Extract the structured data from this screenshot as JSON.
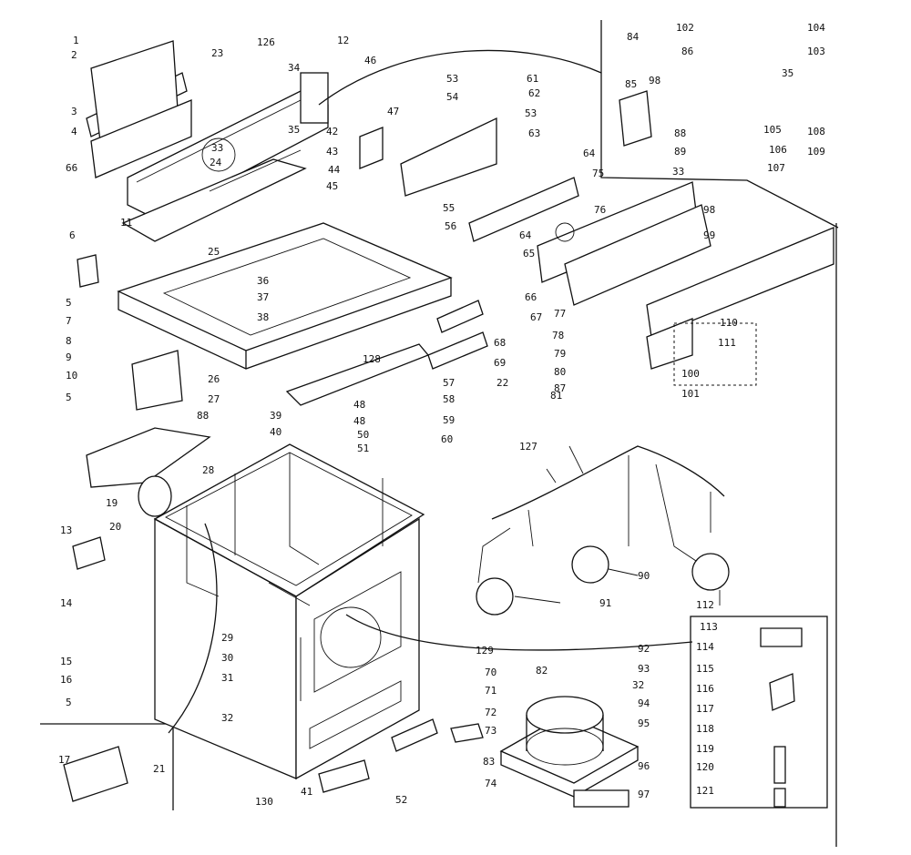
{
  "diagram": {
    "callouts": [
      {
        "id": "c1",
        "text": "1"
      },
      {
        "id": "c2",
        "text": "2"
      },
      {
        "id": "c3",
        "text": "3"
      },
      {
        "id": "c4",
        "text": "4"
      },
      {
        "id": "c66",
        "text": "66"
      },
      {
        "id": "c5a",
        "text": "5"
      },
      {
        "id": "c5b",
        "text": "5"
      },
      {
        "id": "c5c",
        "text": "5"
      },
      {
        "id": "c6",
        "text": "6"
      },
      {
        "id": "c7",
        "text": "7"
      },
      {
        "id": "c8",
        "text": "8"
      },
      {
        "id": "c9",
        "text": "9"
      },
      {
        "id": "c10",
        "text": "10"
      },
      {
        "id": "c11",
        "text": "11"
      },
      {
        "id": "c12",
        "text": "12"
      },
      {
        "id": "c13",
        "text": "13"
      },
      {
        "id": "c14",
        "text": "14"
      },
      {
        "id": "c15",
        "text": "15"
      },
      {
        "id": "c16",
        "text": "16"
      },
      {
        "id": "c17",
        "text": "17"
      },
      {
        "id": "c19",
        "text": "19"
      },
      {
        "id": "c20",
        "text": "20"
      },
      {
        "id": "c21",
        "text": "21"
      },
      {
        "id": "c22",
        "text": "22"
      },
      {
        "id": "c23",
        "text": "23"
      },
      {
        "id": "c24",
        "text": "24"
      },
      {
        "id": "c25",
        "text": "25"
      },
      {
        "id": "c26",
        "text": "26"
      },
      {
        "id": "c27",
        "text": "27"
      },
      {
        "id": "c28",
        "text": "28"
      },
      {
        "id": "c29",
        "text": "29"
      },
      {
        "id": "c30",
        "text": "30"
      },
      {
        "id": "c31",
        "text": "31"
      },
      {
        "id": "c32a",
        "text": "32"
      },
      {
        "id": "c32b",
        "text": "32"
      },
      {
        "id": "c33a",
        "text": "33"
      },
      {
        "id": "c33b",
        "text": "33"
      },
      {
        "id": "c34",
        "text": "34"
      },
      {
        "id": "c35",
        "text": "35"
      },
      {
        "id": "c36",
        "text": "36"
      },
      {
        "id": "c37",
        "text": "37"
      },
      {
        "id": "c38",
        "text": "38"
      },
      {
        "id": "c39",
        "text": "39"
      },
      {
        "id": "c40",
        "text": "40"
      },
      {
        "id": "c41",
        "text": "41"
      },
      {
        "id": "c42",
        "text": "42"
      },
      {
        "id": "c43",
        "text": "43"
      },
      {
        "id": "c44",
        "text": "44"
      },
      {
        "id": "c45",
        "text": "45"
      },
      {
        "id": "c46",
        "text": "46"
      },
      {
        "id": "c47",
        "text": "47"
      },
      {
        "id": "c48a",
        "text": "48"
      },
      {
        "id": "c48b",
        "text": "48"
      },
      {
        "id": "c50",
        "text": "50"
      },
      {
        "id": "c51",
        "text": "51"
      },
      {
        "id": "c52",
        "text": "52"
      },
      {
        "id": "c53a",
        "text": "53"
      },
      {
        "id": "c53b",
        "text": "53"
      },
      {
        "id": "c54",
        "text": "54"
      },
      {
        "id": "c55",
        "text": "55"
      },
      {
        "id": "c56",
        "text": "56"
      },
      {
        "id": "c57",
        "text": "57"
      },
      {
        "id": "c58",
        "text": "58"
      },
      {
        "id": "c59",
        "text": "59"
      },
      {
        "id": "c60",
        "text": "60"
      },
      {
        "id": "c61",
        "text": "61"
      },
      {
        "id": "c62",
        "text": "62"
      },
      {
        "id": "c63",
        "text": "63"
      },
      {
        "id": "c64a",
        "text": "64"
      },
      {
        "id": "c64b",
        "text": "64"
      },
      {
        "id": "c65",
        "text": "65"
      },
      {
        "id": "c66b",
        "text": "66"
      },
      {
        "id": "c67",
        "text": "67"
      },
      {
        "id": "c68",
        "text": "68"
      },
      {
        "id": "c69",
        "text": "69"
      },
      {
        "id": "c70",
        "text": "70"
      },
      {
        "id": "c71",
        "text": "71"
      },
      {
        "id": "c72",
        "text": "72"
      },
      {
        "id": "c73",
        "text": "73"
      },
      {
        "id": "c74",
        "text": "74"
      },
      {
        "id": "c75",
        "text": "75"
      },
      {
        "id": "c76",
        "text": "76"
      },
      {
        "id": "c77",
        "text": "77"
      },
      {
        "id": "c78",
        "text": "78"
      },
      {
        "id": "c79",
        "text": "79"
      },
      {
        "id": "c80",
        "text": "80"
      },
      {
        "id": "c81",
        "text": "81"
      },
      {
        "id": "c82",
        "text": "82"
      },
      {
        "id": "c83",
        "text": "83"
      },
      {
        "id": "c84",
        "text": "84"
      },
      {
        "id": "c85",
        "text": "85"
      },
      {
        "id": "c86",
        "text": "86"
      },
      {
        "id": "c87",
        "text": "87"
      },
      {
        "id": "c88a",
        "text": "88"
      },
      {
        "id": "c88b",
        "text": "88"
      },
      {
        "id": "c89",
        "text": "89"
      },
      {
        "id": "c90",
        "text": "90"
      },
      {
        "id": "c91",
        "text": "91"
      },
      {
        "id": "c92",
        "text": "92"
      },
      {
        "id": "c93",
        "text": "93"
      },
      {
        "id": "c94",
        "text": "94"
      },
      {
        "id": "c95",
        "text": "95"
      },
      {
        "id": "c96",
        "text": "96"
      },
      {
        "id": "c97",
        "text": "97"
      },
      {
        "id": "c98",
        "text": "98"
      },
      {
        "id": "c99",
        "text": "99"
      },
      {
        "id": "c100",
        "text": "100"
      },
      {
        "id": "c101",
        "text": "101"
      },
      {
        "id": "c102",
        "text": "102"
      },
      {
        "id": "c103",
        "text": "103"
      },
      {
        "id": "c104",
        "text": "104"
      },
      {
        "id": "c105",
        "text": "105"
      },
      {
        "id": "c106",
        "text": "106"
      },
      {
        "id": "c107",
        "text": "107"
      },
      {
        "id": "c108",
        "text": "108"
      },
      {
        "id": "c109",
        "text": "109"
      },
      {
        "id": "c110",
        "text": "110"
      },
      {
        "id": "c111",
        "text": "111"
      },
      {
        "id": "c112",
        "text": "112"
      },
      {
        "id": "c113",
        "text": "113"
      },
      {
        "id": "c114",
        "text": "114"
      },
      {
        "id": "c115",
        "text": "115"
      },
      {
        "id": "c116",
        "text": "116"
      },
      {
        "id": "c117",
        "text": "117"
      },
      {
        "id": "c118",
        "text": "118"
      },
      {
        "id": "c119",
        "text": "119"
      },
      {
        "id": "c120",
        "text": "120"
      },
      {
        "id": "c121",
        "text": "121"
      },
      {
        "id": "c126",
        "text": "126"
      },
      {
        "id": "c127",
        "text": "127"
      },
      {
        "id": "c128",
        "text": "128"
      },
      {
        "id": "c129",
        "text": "129"
      },
      {
        "id": "c130",
        "text": "130"
      },
      {
        "id": "c35b",
        "text": "35"
      },
      {
        "id": "c98b",
        "text": "98"
      }
    ]
  }
}
